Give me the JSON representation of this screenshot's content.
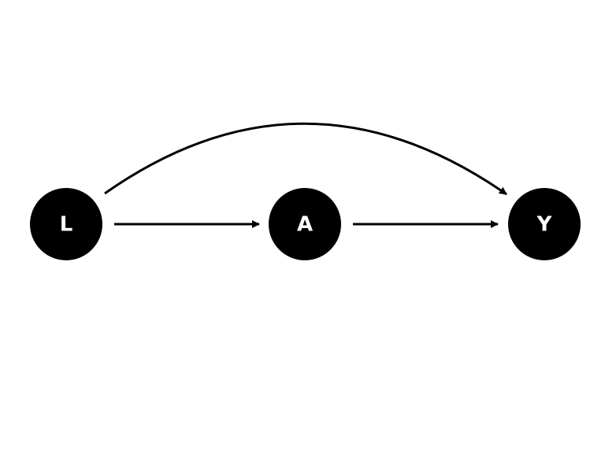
{
  "colors": {
    "node_fill": "#000000",
    "node_text": "#ffffff",
    "edge": "#000000",
    "background": "#ffffff"
  },
  "nodes": [
    {
      "id": "L",
      "label": "L"
    },
    {
      "id": "A",
      "label": "A"
    },
    {
      "id": "Y",
      "label": "Y"
    }
  ],
  "edges": [
    {
      "from": "L",
      "to": "A",
      "shape": "straight"
    },
    {
      "from": "A",
      "to": "Y",
      "shape": "straight"
    },
    {
      "from": "L",
      "to": "Y",
      "shape": "curved"
    }
  ]
}
